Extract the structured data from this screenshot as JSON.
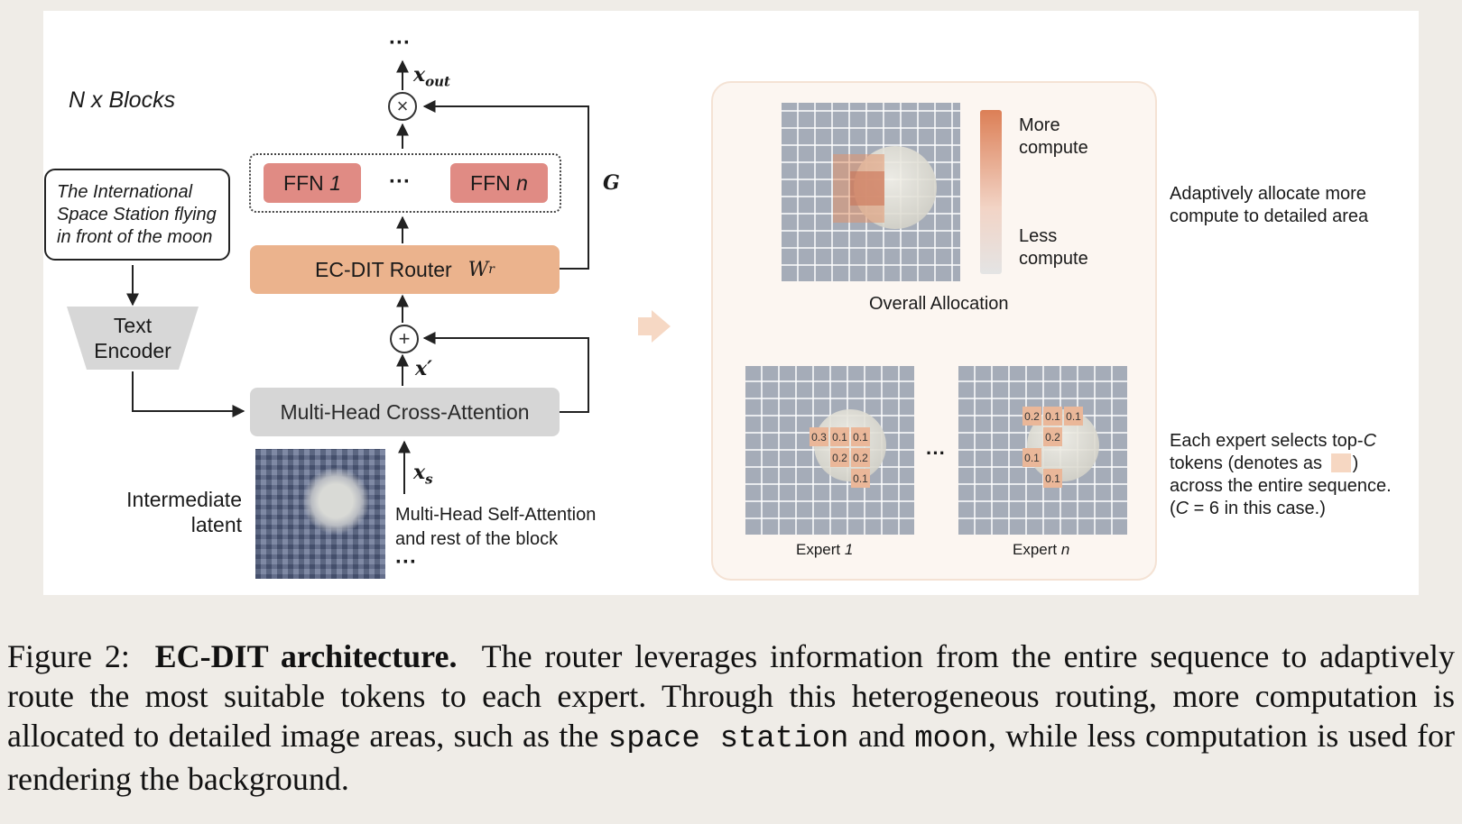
{
  "diagram": {
    "n_blocks": "N x Blocks",
    "prompt_text": [
      "The International",
      "Space Station flying",
      "in front of the moon"
    ],
    "text_encoder": [
      "Text",
      "Encoder"
    ],
    "latent_label": [
      "Intermediate",
      "latent"
    ],
    "mhca": "Multi-Head Cross-Attention",
    "router": "EC-DIT Router",
    "router_weight": "W",
    "router_weight_sub": "r",
    "ffn1": "FFN",
    "ffn1_idx": "1",
    "ffnn": "FFN",
    "ffnn_idx": "n",
    "ellipsis": "···",
    "gate": "G",
    "x_out": "x",
    "x_out_sub": "out",
    "x_prime": "x′",
    "x_s": "x",
    "x_s_sub": "s",
    "mhsa": [
      "Multi-Head Self-Attention",
      "and rest of the block"
    ],
    "times_symbol": "×",
    "plus_symbol": "+"
  },
  "allocation": {
    "more": [
      "More",
      "compute"
    ],
    "less": [
      "Less",
      "compute"
    ],
    "overall": "Overall Allocation",
    "desc_top": [
      "Adaptively allocate more",
      "compute to detailed area"
    ],
    "expert1": "Expert",
    "expert1_idx": "1",
    "expertn": "Expert",
    "expertn_idx": "n",
    "expert_ellipsis": "···",
    "expert1_tokens": [
      "0.3",
      "0.1",
      "0.1",
      "0.2",
      "0.2",
      "0.1"
    ],
    "expertn_tokens": [
      "0.2",
      "0.1",
      "0.1",
      "0.2",
      "0.1",
      "0.1"
    ],
    "desc_bottom": {
      "l1": "Each expert selects top-",
      "l1_var": "C",
      "l2a": "tokens (denotes as",
      "l2b": ")",
      "l3": "across the entire sequence.",
      "l4a": "(",
      "l4_var": "C",
      "l4b": " = 6 in this case.)"
    }
  },
  "caption": {
    "label": "Figure 2:",
    "bold": "EC-DIT architecture.",
    "text1": "The router leverages information from the entire sequence to adaptively route the most suitable tokens to each expert. Through this heterogeneous routing, more computation is allocated to detailed image areas, such as the",
    "mono1": "space station",
    "text2": "and",
    "mono2": "moon",
    "text3": ", while less computation is used for rendering the background."
  },
  "colors": {
    "ffn": "#e08b84",
    "router": "#ebb38d",
    "attention": "#d6d6d6",
    "token_highlight": "#eab799",
    "allocation_panel": "#fcf6f1"
  }
}
